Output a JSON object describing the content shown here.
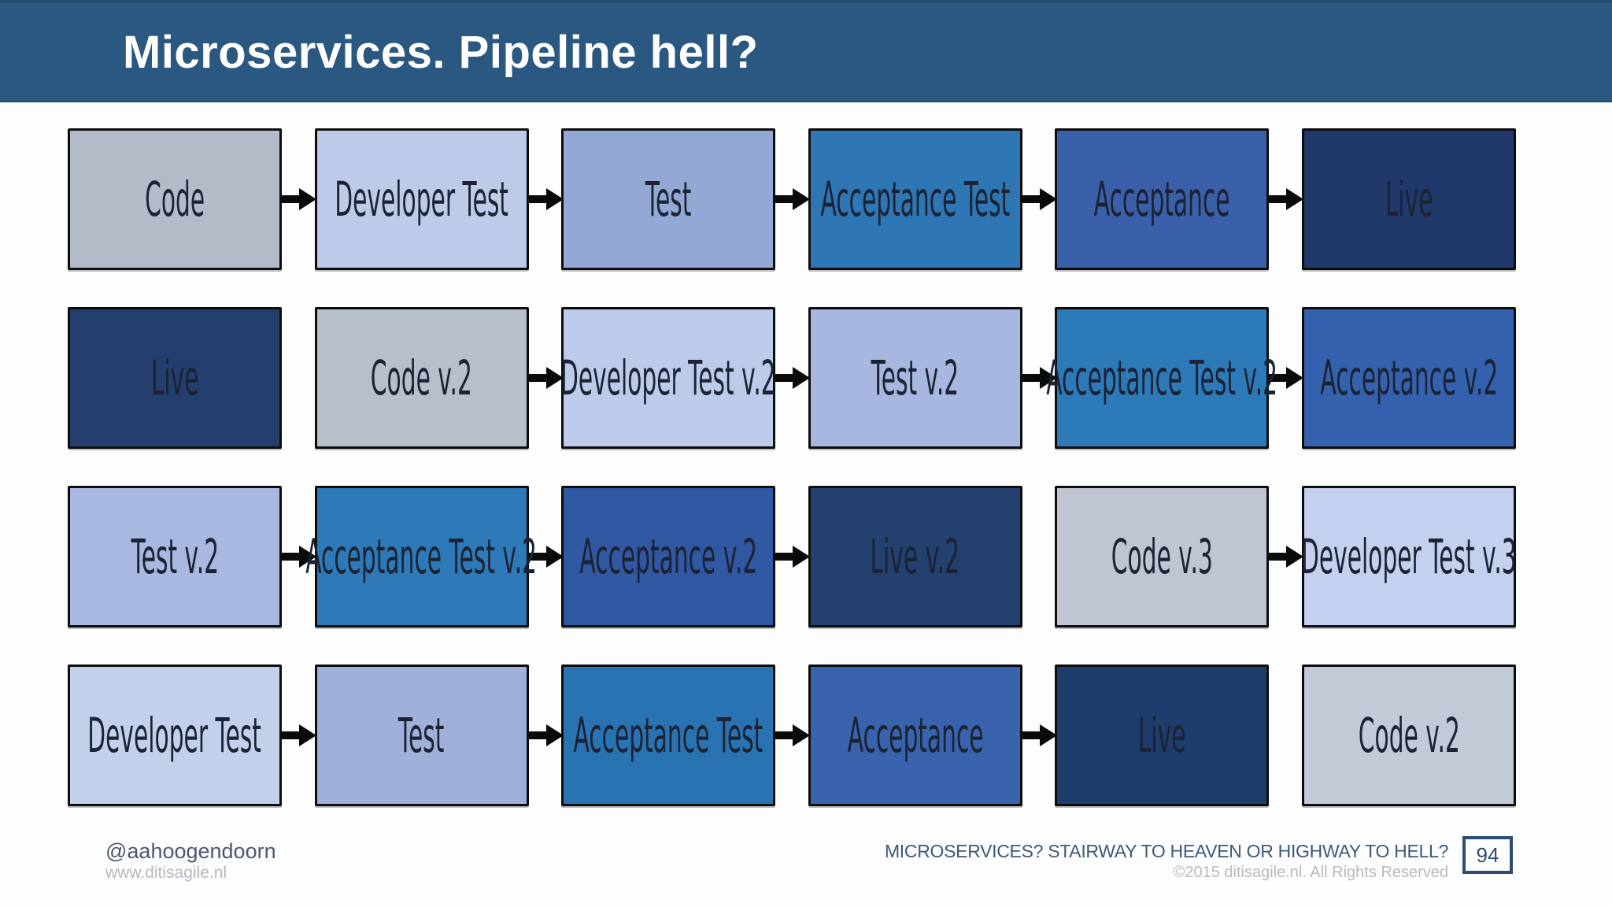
{
  "header": {
    "title": "Microservices. Pipeline hell?"
  },
  "colors": {
    "header_bg": "#2b5880",
    "arrow": "#0a0a0a",
    "box_border": "#0d0d0d"
  },
  "grid": {
    "rows": [
      {
        "cells": [
          {
            "label": "Code",
            "color": "#b4bbc8",
            "arrow_after": true
          },
          {
            "label": "Developer Test",
            "color": "#bdcbe9",
            "arrow_after": true
          },
          {
            "label": "Test",
            "color": "#93a8d5",
            "arrow_after": true
          },
          {
            "label": "Acceptance Test",
            "color": "#2e77b4",
            "arrow_after": true
          },
          {
            "label": "Acceptance",
            "color": "#3a60a9",
            "arrow_after": true
          },
          {
            "label": "Live",
            "color": "#20396a",
            "arrow_after": false
          }
        ]
      },
      {
        "cells": [
          {
            "label": "Live",
            "color": "#243e6d",
            "arrow_after": false
          },
          {
            "label": "Code v.2",
            "color": "#b7bfcb",
            "arrow_after": true
          },
          {
            "label": "Developer Test v.2",
            "color": "#bdcbea",
            "arrow_after": true
          },
          {
            "label": "Test v.2",
            "color": "#a8b7e0",
            "arrow_after": true
          },
          {
            "label": "Acceptance Test v.2",
            "color": "#2d7ab9",
            "arrow_after": true
          },
          {
            "label": "Acceptance v.2",
            "color": "#3562ae",
            "arrow_after": false
          }
        ]
      },
      {
        "cells": [
          {
            "label": "Test v.2",
            "color": "#a8b8e0",
            "arrow_after": true
          },
          {
            "label": "Acceptance Test v.2",
            "color": "#2e7ab8",
            "arrow_after": true
          },
          {
            "label": "Acceptance v.2",
            "color": "#3058a3",
            "arrow_after": true
          },
          {
            "label": "Live v.2",
            "color": "#24406f",
            "arrow_after": false
          },
          {
            "label": "Code v.3",
            "color": "#bfc6d2",
            "arrow_after": true
          },
          {
            "label": "Developer Test v.3",
            "color": "#c3d1ee",
            "arrow_after": false
          }
        ]
      },
      {
        "cells": [
          {
            "label": "Developer Test",
            "color": "#c2d0ec",
            "arrow_after": true
          },
          {
            "label": "Test",
            "color": "#9fb1db",
            "arrow_after": true
          },
          {
            "label": "Acceptance Test",
            "color": "#2a73b3",
            "arrow_after": true
          },
          {
            "label": "Acceptance",
            "color": "#3a63ad",
            "arrow_after": true
          },
          {
            "label": "Live",
            "color": "#1e3c6c",
            "arrow_after": false
          },
          {
            "label": "Code v.2",
            "color": "#c3cad7",
            "arrow_after": false
          }
        ]
      }
    ]
  },
  "footer": {
    "handle": "@aahoogendoorn",
    "website": "www.ditisagile.nl",
    "deck_title": "MICROSERVICES? STAIRWAY TO HEAVEN OR HIGHWAY TO HELL?",
    "copyright": "©2015 ditisagile.nl. All Rights Reserved",
    "page_number": "94"
  }
}
